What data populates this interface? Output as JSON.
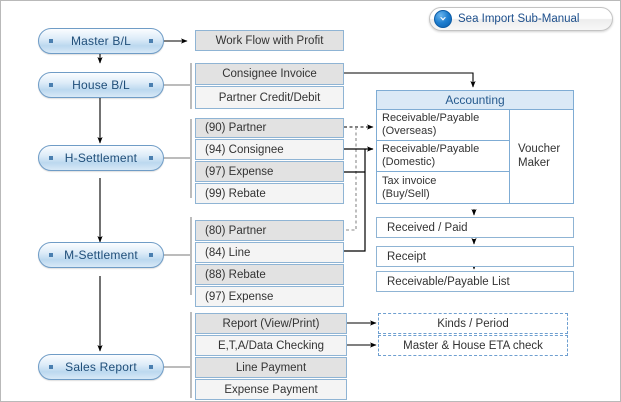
{
  "header": {
    "badge_label": "Sea Import Sub-Manual",
    "badge_icon": "chevron-down-circle-icon",
    "accent_color": "#1d4f8c"
  },
  "stages": [
    {
      "id": "master-bl",
      "label": "Master  B/L"
    },
    {
      "id": "house-bl",
      "label": "House  B/L"
    },
    {
      "id": "h-settlement",
      "label": "H-Settlement"
    },
    {
      "id": "m-settlement",
      "label": "M-Settlement"
    },
    {
      "id": "sales-report",
      "label": "Sales Report"
    }
  ],
  "groups": {
    "master": {
      "items": [
        "Work Flow with Profit"
      ]
    },
    "house": {
      "items": [
        "Consignee Invoice",
        "Partner Credit/Debit"
      ]
    },
    "hsettle": {
      "items": [
        "(90) Partner",
        "(94) Consignee",
        "(97) Expense",
        "(99) Rebate"
      ]
    },
    "msettle": {
      "items": [
        "(80) Partner",
        "(84) Line",
        "(88) Rebate",
        "(97) Expense"
      ]
    },
    "sales": {
      "items": [
        "Report (View/Print)",
        "E,T,A/Data Checking",
        "Line Payment",
        "Expense Payment"
      ]
    }
  },
  "accounting": {
    "title": "Accounting",
    "rows": [
      {
        "line1": "Receivable/Payable",
        "line2": "(Overseas)"
      },
      {
        "line1": "Receivable/Payable",
        "line2": "(Domestic)"
      },
      {
        "line1": "Tax invoice",
        "line2": "(Buy/Sell)"
      }
    ],
    "side_label_line1": "Voucher",
    "side_label_line2": "Maker",
    "header_bg": "#dbe9f6",
    "header_text_color": "#265a8e"
  },
  "ledger": {
    "items": [
      "Received / Paid",
      "Receipt",
      "Receivable/Payable List"
    ]
  },
  "checks": {
    "items": [
      "Kinds / Period",
      "Master &  House ETA check"
    ],
    "border_color": "#6e9fd0"
  },
  "theme": {
    "box_border": "#8fb4d4",
    "box_fill_dark": "#e2e2e2",
    "box_fill_light": "#f4f4f4",
    "pill_border": "#6f9cc6",
    "pill_text": "#1f4e79",
    "arrow_color": "#000000",
    "bracket_color": "#bcbcbc"
  }
}
